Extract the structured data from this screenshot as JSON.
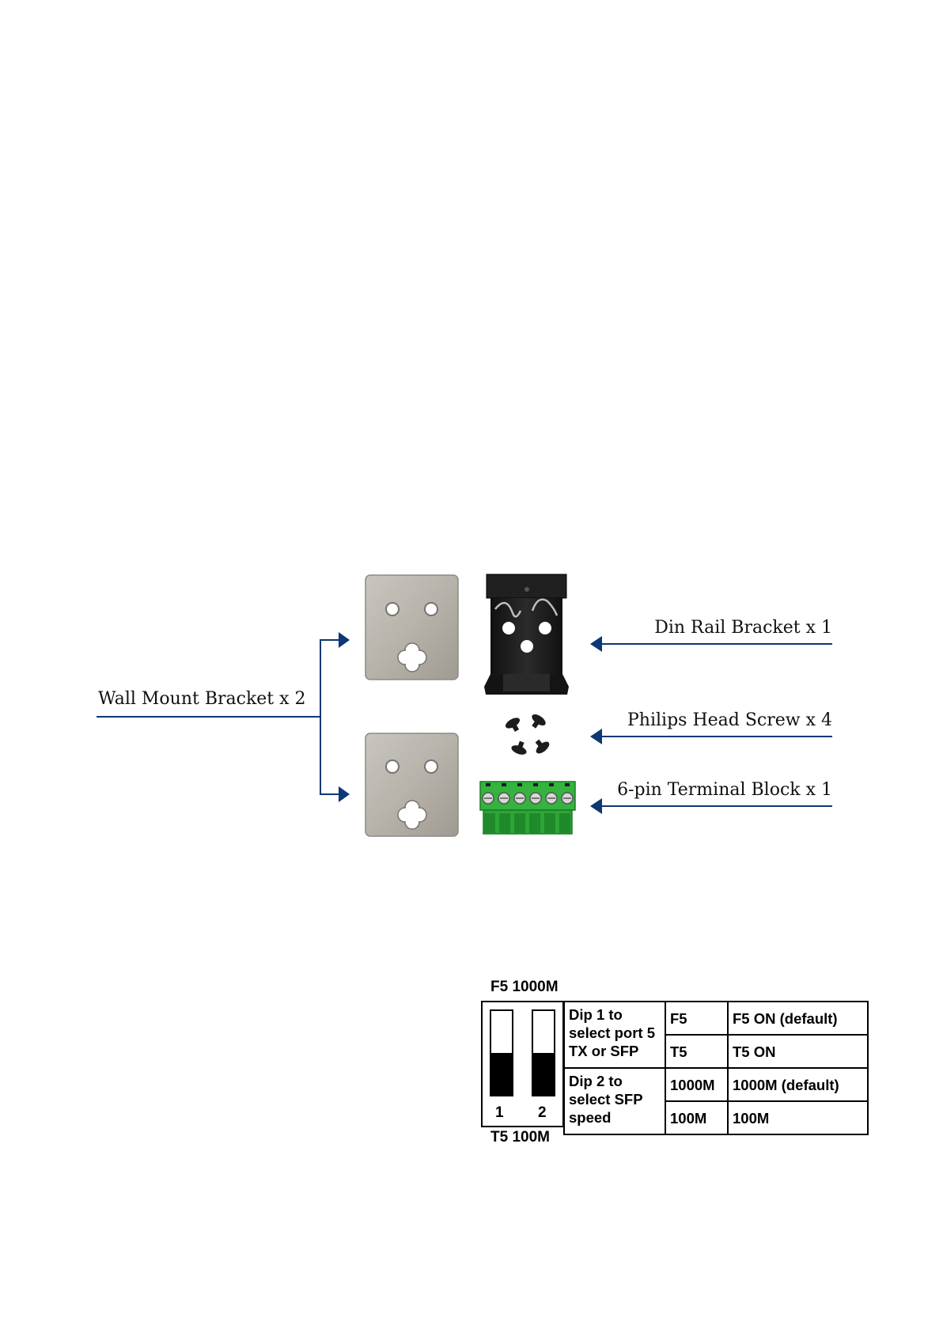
{
  "accessories": {
    "labels": {
      "wall_mount": "Wall Mount Bracket x 2",
      "din_rail": "Din Rail Bracket x 1",
      "screw": "Philips Head Screw x 4",
      "terminal": "6-pin Terminal Block x 1"
    },
    "colors": {
      "arrow": "#0d3775",
      "plate": "#b9b5ad",
      "din_rail": "#1c1c1c",
      "terminal": "#2fae3a"
    }
  },
  "dip_switch": {
    "top_label": "F5  1000M",
    "bottom_label": "T5  100M",
    "switches": [
      {
        "number": "1",
        "lower_fill": 0.5
      },
      {
        "number": "2",
        "lower_fill": 0.5
      }
    ],
    "table": {
      "dip1": {
        "description": "Dip 1 to select port 5 TX or SFP",
        "rows": [
          {
            "value": "F5",
            "result": "F5 ON (default)"
          },
          {
            "value": "T5",
            "result": "T5 ON"
          }
        ]
      },
      "dip2": {
        "description": "Dip 2 to select SFP speed",
        "rows": [
          {
            "value": "1000M",
            "result": "1000M (default)"
          },
          {
            "value": "100M",
            "result": "100M"
          }
        ]
      }
    }
  }
}
